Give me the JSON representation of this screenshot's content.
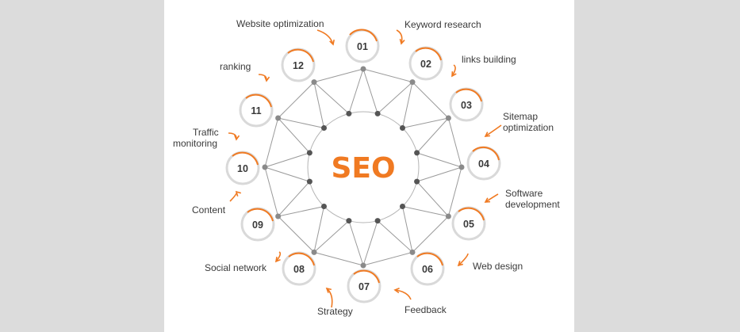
{
  "center": {
    "label": "SEO"
  },
  "colors": {
    "accent": "#f07a22",
    "line": "#9a9a9a",
    "node_dark": "#555555",
    "node_light": "#8a8a8a",
    "badge_ring": "#d9d9d9",
    "text": "#3a3a3a",
    "panel": "#ffffff",
    "margin": "#dcdcdc"
  },
  "steps": [
    {
      "number": "01",
      "label": "Keyword research"
    },
    {
      "number": "02",
      "label": "links building"
    },
    {
      "number": "03",
      "label": "Sitemap optimization"
    },
    {
      "number": "04",
      "label": ""
    },
    {
      "number": "05",
      "label": "Software development"
    },
    {
      "number": "06",
      "label": "Web design"
    },
    {
      "number": "07",
      "label": "Feedback"
    },
    {
      "number": "08",
      "label": "Strategy"
    },
    {
      "number": "09",
      "label": "Social network"
    },
    {
      "number": "10",
      "label": "Content"
    },
    {
      "number": "11",
      "label": "Traffic monitoring"
    },
    {
      "number": "12",
      "label": "ranking"
    },
    {
      "number": "",
      "label": "Website optimization"
    }
  ],
  "icons": [
    "arrow-icon",
    "badge-ring-icon",
    "node-dot-icon"
  ]
}
